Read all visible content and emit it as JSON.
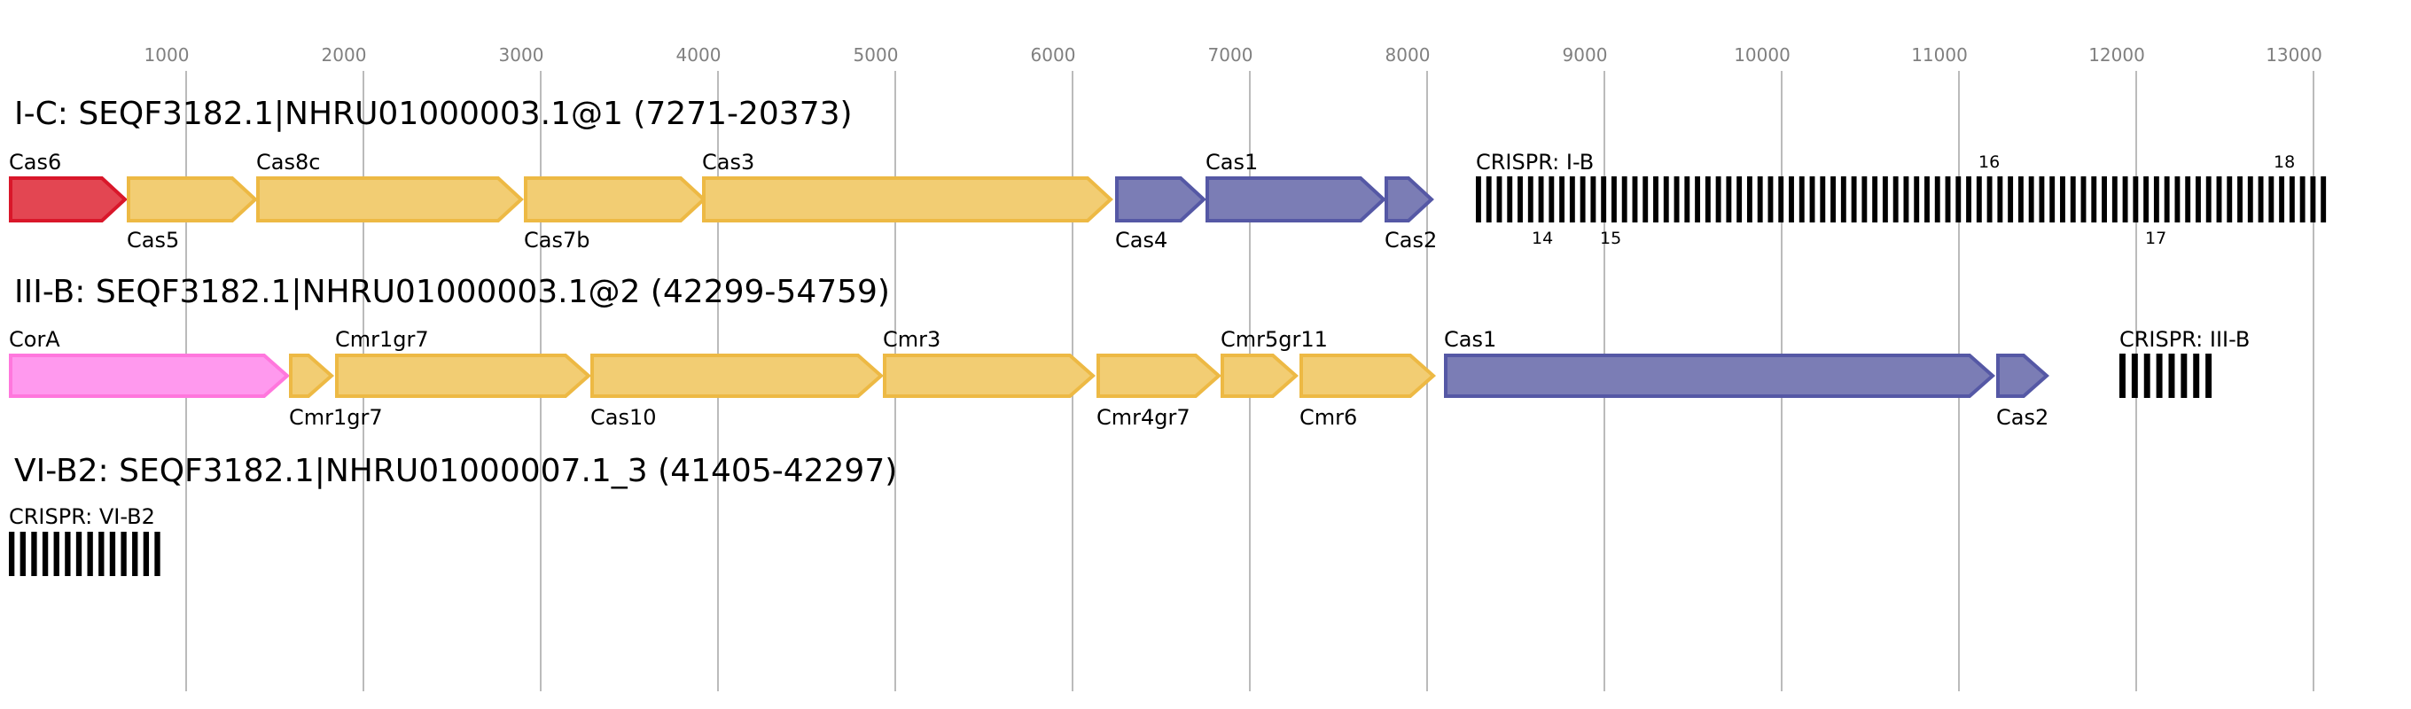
{
  "chart_data": {
    "type": "gene-map",
    "axis": {
      "ticks": [
        1000,
        2000,
        3000,
        4000,
        5000,
        6000,
        7000,
        8000,
        9000,
        10000,
        11000,
        12000,
        13000
      ],
      "grid": true,
      "xlim": [
        0,
        13500
      ]
    },
    "colors": {
      "red": {
        "fill": "#e34652",
        "stroke": "#d9172a"
      },
      "yellow": {
        "fill": "#f2cd73",
        "stroke": "#edb944"
      },
      "blue": {
        "fill": "#7b7db5",
        "stroke": "#5558a5"
      },
      "pink": {
        "fill": "#ff99ee",
        "stroke": "#ff77dd"
      },
      "crispr": "#000000"
    },
    "loci": [
      {
        "title": "I-C: SEQF3182.1|NHRU01000003.1@1 (7271-20373)",
        "genes": [
          {
            "name": "Cas6",
            "start": 0,
            "end": 665,
            "color": "red",
            "label": "top"
          },
          {
            "name": "Cas5",
            "start": 665,
            "end": 1400,
            "color": "yellow",
            "label": "bottom"
          },
          {
            "name": "Cas8c",
            "start": 1395,
            "end": 2900,
            "color": "yellow",
            "label": "top"
          },
          {
            "name": "Cas7b",
            "start": 2905,
            "end": 3930,
            "color": "yellow",
            "label": "bottom"
          },
          {
            "name": "Cas3",
            "start": 3910,
            "end": 6225,
            "color": "yellow",
            "label": "top"
          },
          {
            "name": "Cas4",
            "start": 6240,
            "end": 6750,
            "color": "blue",
            "label": "bottom"
          },
          {
            "name": "Cas1",
            "start": 6750,
            "end": 7765,
            "color": "blue",
            "label": "top"
          },
          {
            "name": "Cas2",
            "start": 7760,
            "end": 8035,
            "color": "blue",
            "label": "bottom"
          }
        ],
        "crispr": {
          "name": "CRISPR: I-B",
          "start": 8275,
          "end": 13100,
          "repeats": 82,
          "repeat_labels": [
            {
              "text": "14",
              "pos": 8590,
              "label": "top"
            },
            {
              "text": "15",
              "pos": 8975,
              "label": "bottom"
            },
            {
              "text": "16",
              "pos": 11110,
              "label": "top"
            },
            {
              "text": "17",
              "pos": 12050,
              "label": "bottom"
            },
            {
              "text": "18",
              "pos": 12775,
              "label": "top"
            }
          ]
        }
      },
      {
        "title": "III-B: SEQF3182.1|NHRU01000003.1@2 (42299-54759)",
        "genes": [
          {
            "name": "CorA",
            "start": 0,
            "end": 1580,
            "color": "pink",
            "label": "top"
          },
          {
            "name": "Cmr1gr7",
            "start": 1580,
            "end": 1830,
            "color": "yellow",
            "label": "bottom"
          },
          {
            "name": "Cmr1gr7",
            "start": 1840,
            "end": 3280,
            "color": "yellow",
            "label": "top"
          },
          {
            "name": "Cas10",
            "start": 3280,
            "end": 4930,
            "color": "yellow",
            "label": "bottom"
          },
          {
            "name": "Cmr3",
            "start": 4930,
            "end": 6125,
            "color": "yellow",
            "label": "top"
          },
          {
            "name": "Cmr4gr7",
            "start": 6135,
            "end": 6835,
            "color": "yellow",
            "label": "bottom"
          },
          {
            "name": "Cmr5gr11",
            "start": 6835,
            "end": 7270,
            "color": "yellow",
            "label": "top"
          },
          {
            "name": "Cmr6",
            "start": 7280,
            "end": 8045,
            "color": "yellow",
            "label": "bottom"
          },
          {
            "name": "Cas1",
            "start": 8095,
            "end": 11200,
            "color": "blue",
            "label": "top"
          },
          {
            "name": "Cas2",
            "start": 11210,
            "end": 11505,
            "color": "blue",
            "label": "bottom"
          }
        ],
        "crispr": {
          "name": "CRISPR: III-B",
          "start": 11905,
          "end": 12460,
          "repeats": 8,
          "repeat_labels": []
        }
      },
      {
        "title": "VI-B2: SEQF3182.1|NHRU01000007.1_3 (41405-42297)",
        "genes": [],
        "crispr": {
          "name": "CRISPR: VI-B2",
          "start": 0,
          "end": 885,
          "repeats": 14,
          "repeat_labels": []
        }
      }
    ]
  }
}
